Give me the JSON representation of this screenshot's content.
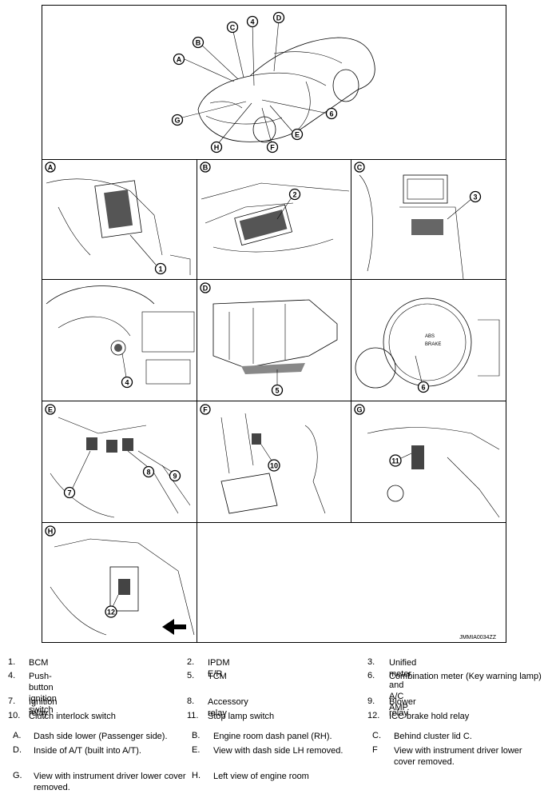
{
  "figure": {
    "code": "JMMIA0034ZZ",
    "car_callouts": [
      "A",
      "B",
      "C",
      "4",
      "D",
      "6",
      "E",
      "F",
      "H",
      "G"
    ],
    "panels": [
      {
        "letter": "A",
        "callout": "1"
      },
      {
        "letter": "B",
        "callout": "2"
      },
      {
        "letter": "C",
        "callout": "3"
      },
      {
        "letter": "",
        "callout": "4"
      },
      {
        "letter": "D",
        "callout": "5"
      },
      {
        "letter": "",
        "callout": "6",
        "meter_text": [
          "ABS",
          "BRAKE"
        ]
      },
      {
        "letter": "E",
        "callouts": [
          "7",
          "8",
          "9"
        ]
      },
      {
        "letter": "F",
        "callout": "10"
      },
      {
        "letter": "G",
        "callout": "11"
      },
      {
        "letter": "H",
        "callout": "12"
      }
    ]
  },
  "legend": {
    "numbered": [
      {
        "num": "1.",
        "text": "BCM"
      },
      {
        "num": "2.",
        "text": "IPDM E/R"
      },
      {
        "num": "3.",
        "text": "Unified meter and A/C AMP."
      },
      {
        "num": "4.",
        "text": "Push-button ignition switch"
      },
      {
        "num": "5.",
        "text": "TCM"
      },
      {
        "num": "6.",
        "text": "Combination meter (Key warning lamp)"
      },
      {
        "num": "7.",
        "text": "Ignition relay"
      },
      {
        "num": "8.",
        "text": "Accessory relay"
      },
      {
        "num": "9.",
        "text": "Blower relay"
      },
      {
        "num": "10.",
        "text": "Clutch interlock switch"
      },
      {
        "num": "11.",
        "text": "Stop lamp switch"
      },
      {
        "num": "12.",
        "text": "ICC brake hold relay"
      }
    ],
    "lettered": [
      {
        "num": "A.",
        "text": "Dash side lower (Passenger side)."
      },
      {
        "num": "B.",
        "text": "Engine room dash panel (RH)."
      },
      {
        "num": "C.",
        "text": "Behind cluster lid C."
      },
      {
        "num": "D.",
        "text": "Inside of A/T (built into A/T)."
      },
      {
        "num": "E.",
        "text": "View with dash side LH removed."
      },
      {
        "num": "F",
        "text": "View with instrument driver lower cover removed."
      },
      {
        "num": "G.",
        "text": "View with instrument driver lower cover removed."
      },
      {
        "num": "H.",
        "text": "Left view of engine room"
      }
    ]
  }
}
